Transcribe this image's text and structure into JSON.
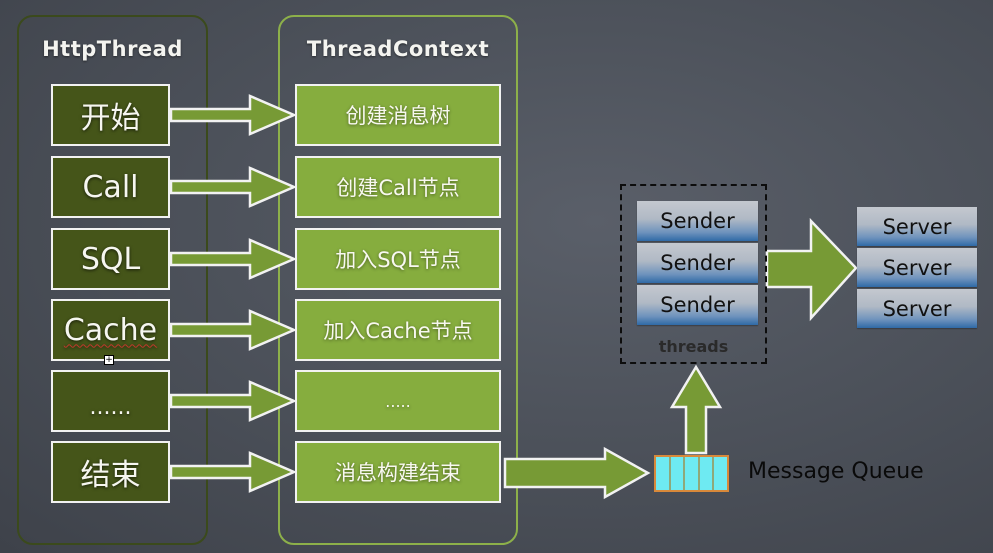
{
  "http_thread": {
    "title": "HttpThread",
    "steps": [
      "开始",
      "Call",
      "SQL",
      "Cache",
      "......",
      "结束"
    ]
  },
  "thread_context": {
    "title": "ThreadContext",
    "steps": [
      "创建消息树",
      "创建Call节点",
      "加入SQL节点",
      "加入Cache节点",
      ".....",
      "消息构建结束"
    ]
  },
  "queue": {
    "label": "Message Queue",
    "cells": 5
  },
  "threads": {
    "label": "threads",
    "senders": [
      "Sender",
      "Sender",
      "Sender"
    ]
  },
  "servers": [
    "Server",
    "Server",
    "Server"
  ],
  "colors": {
    "http_box": "#455519",
    "context_box": "#86ad3e",
    "arrow": "#779a35",
    "queue_fill": "#6eeaf2",
    "queue_border": "#d8893a"
  }
}
